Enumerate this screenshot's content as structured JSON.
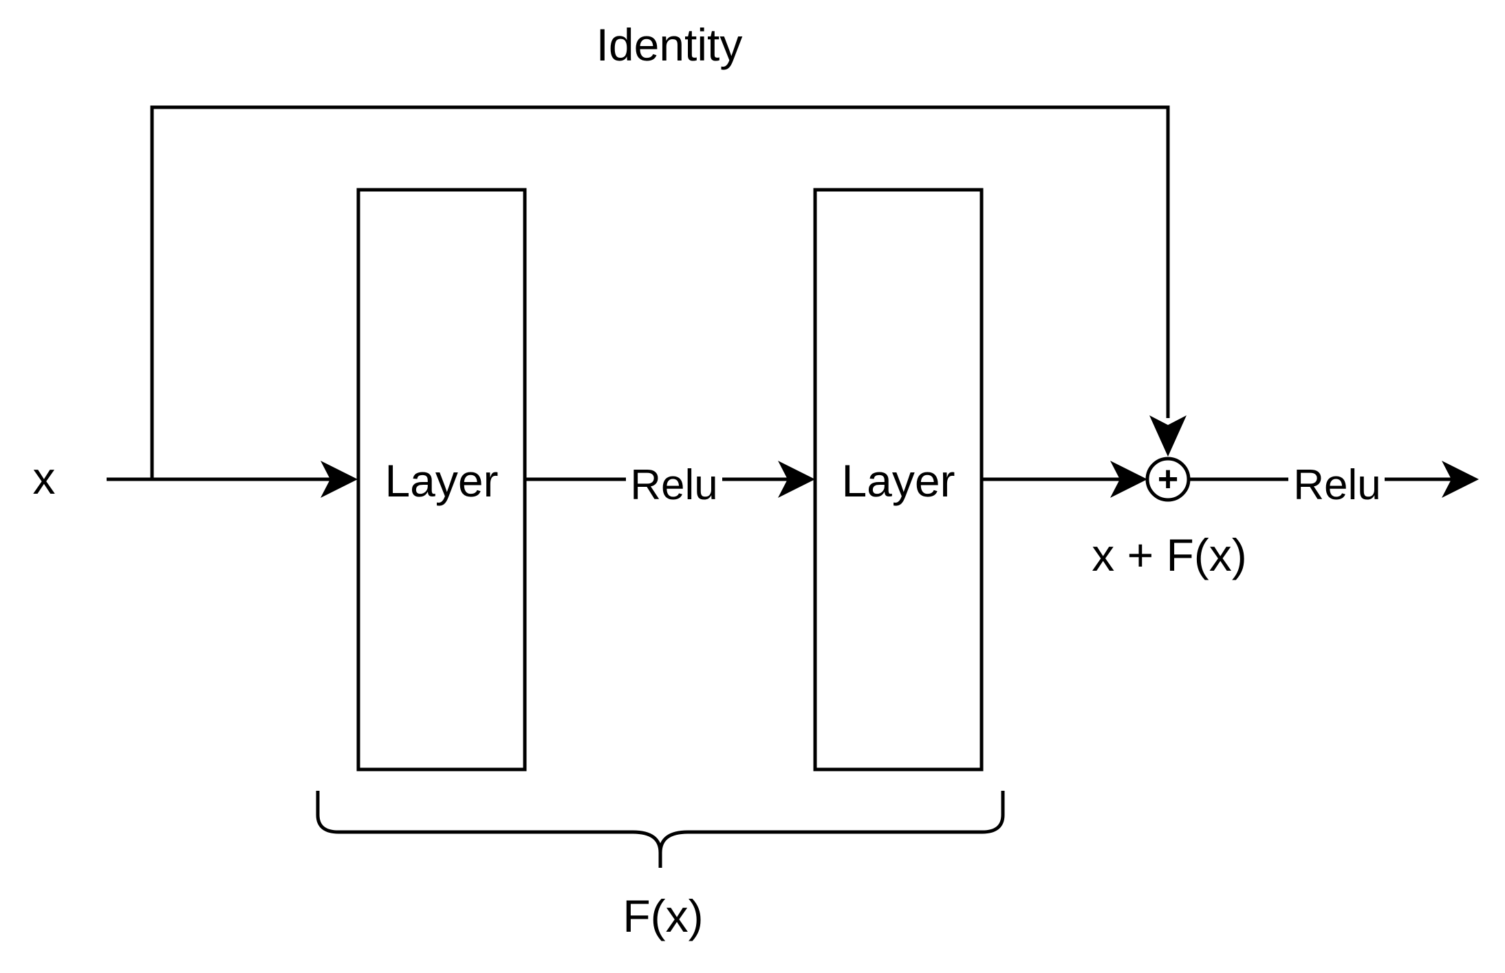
{
  "diagram": {
    "input_label": "x",
    "skip_label": "Identity",
    "layer1_label": "Layer",
    "activation1_label": "Relu",
    "layer2_label": "Layer",
    "sum_symbol": "+",
    "sum_label": "x + F(x)",
    "activation2_label": "Relu",
    "brace_label": "F(x)"
  },
  "colors": {
    "stroke": "#000000",
    "fill": "#ffffff"
  }
}
